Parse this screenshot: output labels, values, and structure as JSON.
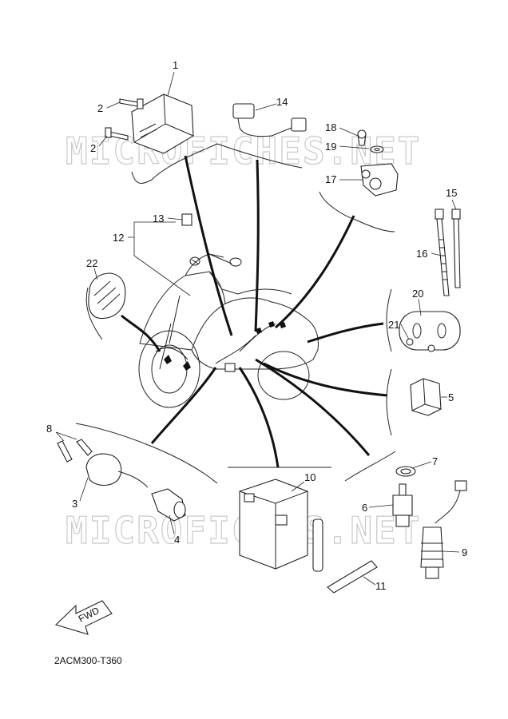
{
  "watermarks": [
    "MICROFICHES.NET",
    "MICROFICHES.NET"
  ],
  "diagram_code": "2ACM300-T360",
  "fwd_label": "FWD",
  "callouts": [
    {
      "id": "1",
      "text": "1"
    },
    {
      "id": "2a",
      "text": "2"
    },
    {
      "id": "2b",
      "text": "2"
    },
    {
      "id": "3",
      "text": "3"
    },
    {
      "id": "4",
      "text": "4"
    },
    {
      "id": "5",
      "text": "5"
    },
    {
      "id": "6",
      "text": "6"
    },
    {
      "id": "7",
      "text": "7"
    },
    {
      "id": "8",
      "text": "8"
    },
    {
      "id": "9",
      "text": "9"
    },
    {
      "id": "10",
      "text": "10"
    },
    {
      "id": "11",
      "text": "11"
    },
    {
      "id": "12",
      "text": "12"
    },
    {
      "id": "13",
      "text": "13"
    },
    {
      "id": "14",
      "text": "14"
    },
    {
      "id": "15",
      "text": "15"
    },
    {
      "id": "16",
      "text": "16"
    },
    {
      "id": "17",
      "text": "17"
    },
    {
      "id": "18",
      "text": "18"
    },
    {
      "id": "19",
      "text": "19"
    },
    {
      "id": "20",
      "text": "20"
    },
    {
      "id": "21",
      "text": "21"
    },
    {
      "id": "22",
      "text": "22"
    }
  ]
}
